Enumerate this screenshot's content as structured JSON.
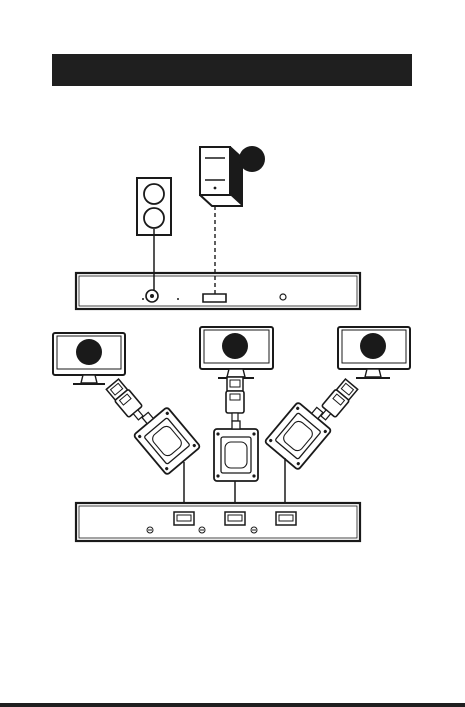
{
  "header": {
    "title": ""
  },
  "diagram": {
    "components": [
      {
        "id": "power-outlet",
        "icon": "power-outlet-icon"
      },
      {
        "id": "computer",
        "icon": "computer-tower-icon",
        "badge_color": "#1a1a1a"
      },
      {
        "id": "transmitter",
        "icon": "transmitter-device-icon"
      },
      {
        "id": "monitor-left",
        "icon": "monitor-icon",
        "badge_color": "#1a1a1a"
      },
      {
        "id": "monitor-center",
        "icon": "monitor-icon",
        "badge_color": "#1a1a1a"
      },
      {
        "id": "monitor-right",
        "icon": "monitor-icon",
        "badge_color": "#1a1a1a"
      },
      {
        "id": "receiver",
        "icon": "receiver-device-icon"
      }
    ],
    "connections": [
      {
        "from": "power-outlet",
        "to": "transmitter",
        "style": "solid"
      },
      {
        "from": "computer",
        "to": "transmitter",
        "style": "dashed"
      },
      {
        "from": "monitor-left",
        "to": "receiver",
        "style": "solid"
      },
      {
        "from": "monitor-center",
        "to": "receiver",
        "style": "solid"
      },
      {
        "from": "monitor-right",
        "to": "receiver",
        "style": "solid"
      }
    ],
    "colors": {
      "line": "#1a1a1a",
      "badge": "#1a1a1a",
      "background": "#ffffff"
    }
  }
}
